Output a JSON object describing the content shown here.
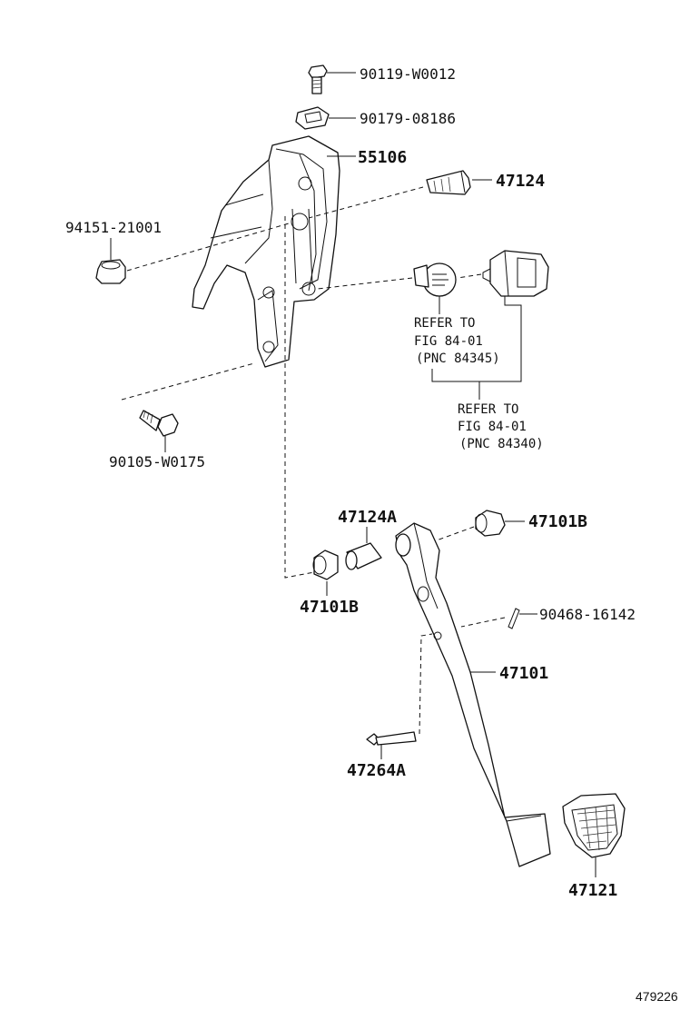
{
  "labels": {
    "p90119": "90119-W0012",
    "p90179": "90179-08186",
    "p55106": "55106",
    "p47124": "47124",
    "p94151": "94151-21001",
    "ref1_l1": "REFER TO",
    "ref1_l2": "FIG 84-01",
    "ref1_l3": "(PNC 84345)",
    "ref2_l1": "REFER TO",
    "ref2_l2": "FIG 84-01",
    "ref2_l3": "(PNC 84340)",
    "p90105": "90105-W0175",
    "p47124A": "47124A",
    "p47101B_right": "47101B",
    "p47101B_left": "47101B",
    "p90468": "90468-16142",
    "p47101": "47101",
    "p47264A": "47264A",
    "p47121": "47121",
    "figure_number": "479226"
  }
}
